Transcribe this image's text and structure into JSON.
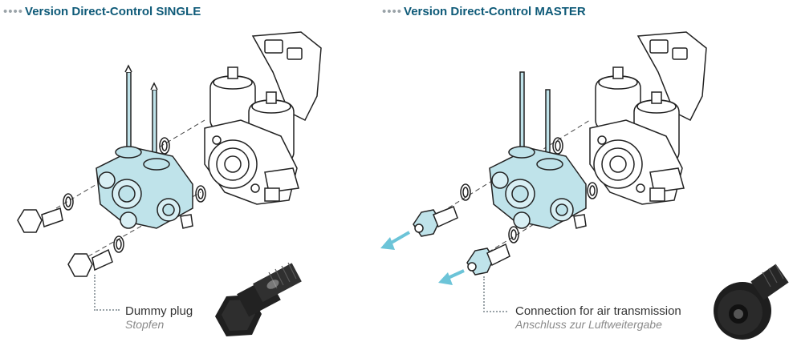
{
  "left": {
    "heading_dots": "••••",
    "heading": "Version Direct-Control SINGLE",
    "callout_en": "Dummy plug",
    "callout_de": "Stopfen"
  },
  "right": {
    "heading_dots": "••••",
    "heading": "Version Direct-Control MASTER",
    "callout_en": "Connection for air transmission",
    "callout_de": "Anschluss zur Luftweitergabe"
  },
  "colors": {
    "heading": "#0e5a78",
    "highlight_part": "#bfe3ea",
    "arrow": "#6cc4d8",
    "line": "#222222"
  }
}
